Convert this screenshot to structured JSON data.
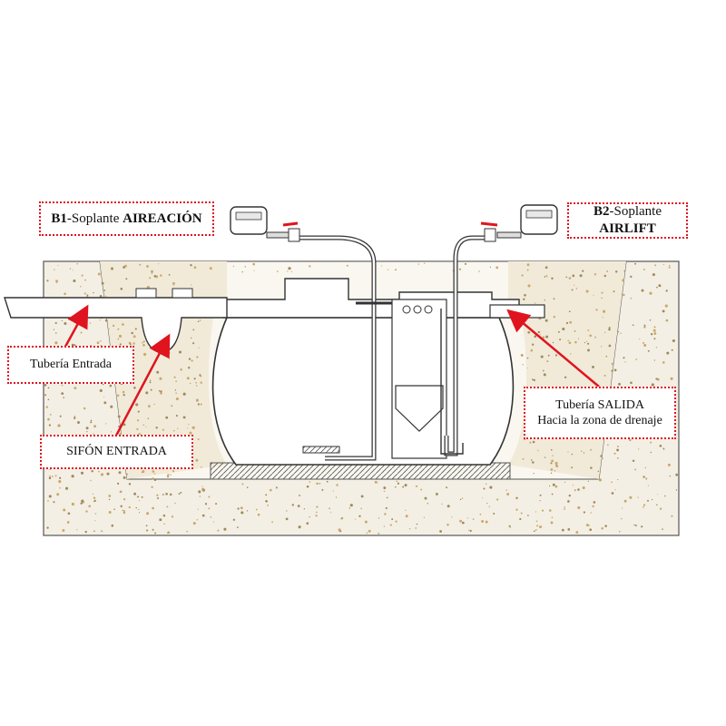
{
  "labels": {
    "b1_prefix": "B1",
    "b1_text": "-Soplante ",
    "b1_bold": "AIREACIÓN",
    "b2_prefix": "B2",
    "b2_text": "-Soplante ",
    "b2_bold": "AIRLIFT",
    "inlet_pipe": "Tubería Entrada",
    "inlet_siphon": "SIFÓN ENTRADA",
    "outlet_pipe_line1": "Tubería SALIDA",
    "outlet_pipe_line2": "Hacia la zona de drenaje"
  },
  "colors": {
    "label_border": "#e0141e",
    "arrow": "#e0141e",
    "gravel": "#c8a86a",
    "soil_fill": "#f4efe4",
    "line": "#333333",
    "valve_handle": "#e0141e"
  }
}
